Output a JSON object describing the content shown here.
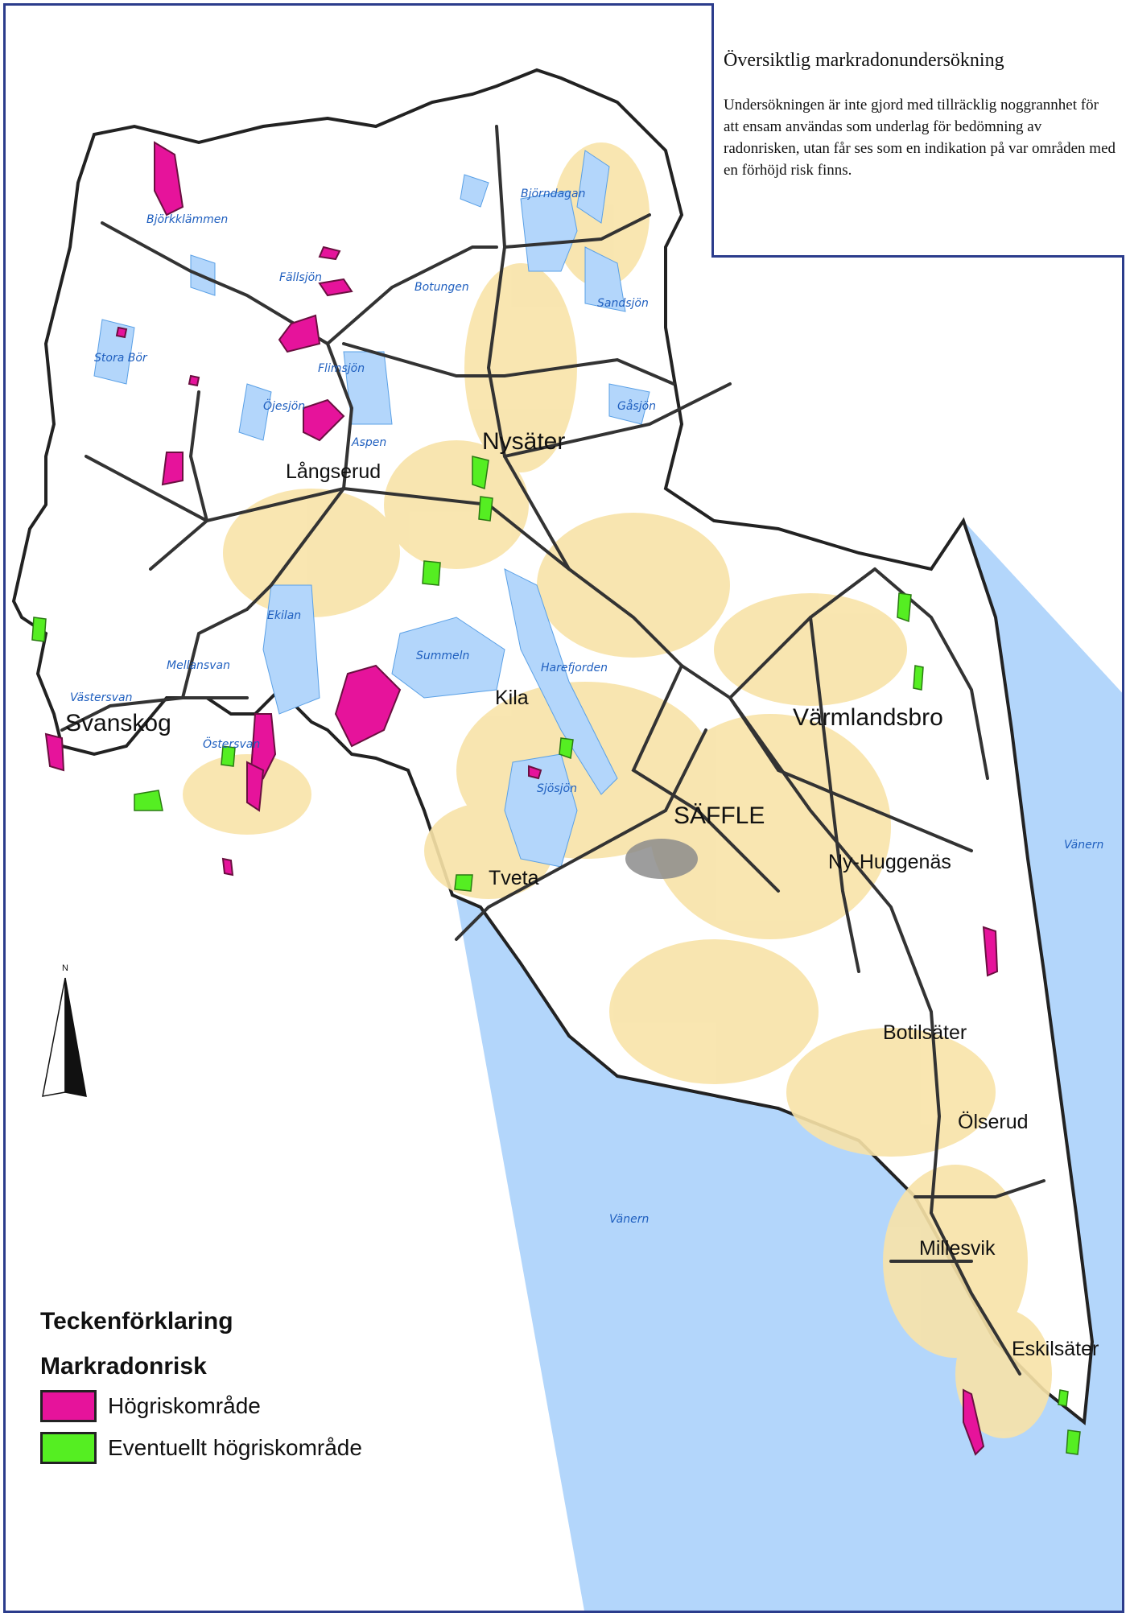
{
  "info": {
    "title": "Översiktlig markradonundersökning",
    "body": "Undersökningen är inte gjord med tillräcklig noggrannhet för att ensam användas som underlag för bedömning av radonrisken, utan får ses som en indikation på var områden med en förhöjd risk finns."
  },
  "legend": {
    "heading": "Teckenförklaring",
    "subheading": "Markradonrisk",
    "items": [
      {
        "label": "Högriskområde",
        "color": "#e6139b"
      },
      {
        "label": "Eventuellt högriskområde",
        "color": "#55ee22"
      }
    ]
  },
  "north_label": "N",
  "places": {
    "nysater": "Nysäter",
    "langserud": "Långserud",
    "svanskog": "Svanskog",
    "kila": "Kila",
    "varmlandsbro": "Värmlandsbro",
    "saffle": "SÄFFLE",
    "nyhuggenas": "Ny-Huggenäs",
    "tveta": "Tveta",
    "botilsater": "Botilsäter",
    "olserud": "Ölserud",
    "millesvik": "Millesvik",
    "eskilsater": "Eskilsäter"
  },
  "lakes": {
    "bjorkklammen": "Björkklämmen",
    "fallsjon": "Fällsjön",
    "botungen": "Botungen",
    "bjorndagan": "Björndagan",
    "sandsjon": "Sandsjön",
    "storabor": "Stora Bör",
    "flimsjon": "Flimsjön",
    "ojesjon": "Öjesjön",
    "aspen": "Aspen",
    "gasjon": "Gåsjön",
    "ekilan": "Ekilan",
    "summeln": "Summeln",
    "harefjorden": "Harefjorden",
    "mellansvan": "Mellansvan",
    "vastersvan": "Västersvan",
    "ostersvan": "Östersvan",
    "sjosjon": "Sjösjön",
    "vanern_east": "Vänern",
    "vanern_south": "Vänern"
  },
  "colors": {
    "water": "#b3d6fb",
    "land": "#ffffff",
    "built": "#f8e3a8",
    "road": "#333333",
    "border": "#222222",
    "frame": "#2b3c8c"
  }
}
